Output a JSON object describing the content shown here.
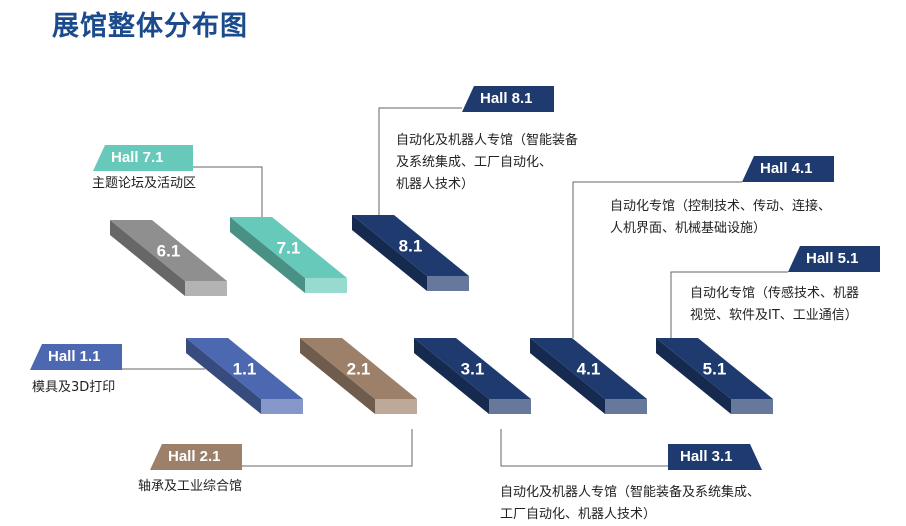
{
  "title": "展馆整体分布图",
  "colors": {
    "navy": "#1e3a6e",
    "blue": "#4c68b0",
    "brown": "#9c806a",
    "teal": "#66c9b9",
    "gray": "#8f8f8f"
  },
  "halls": [
    {
      "id": "1.1",
      "color": "blue"
    },
    {
      "id": "2.1",
      "color": "brown"
    },
    {
      "id": "3.1",
      "color": "navy"
    },
    {
      "id": "4.1",
      "color": "navy"
    },
    {
      "id": "5.1",
      "color": "navy"
    },
    {
      "id": "6.1",
      "color": "gray"
    },
    {
      "id": "7.1",
      "color": "teal"
    },
    {
      "id": "8.1",
      "color": "navy"
    }
  ],
  "tags": {
    "hall_1_1": {
      "label": "Hall 1.1",
      "desc": [
        "模具及3D打印"
      ]
    },
    "hall_2_1": {
      "label": "Hall 2.1",
      "desc": [
        "轴承及工业综合馆"
      ]
    },
    "hall_3_1": {
      "label": "Hall 3.1",
      "desc": [
        "自动化及机器人专馆（智能装备及系统集成、",
        "工厂自动化、机器人技术）"
      ]
    },
    "hall_4_1": {
      "label": "Hall 4.1",
      "desc": [
        "自动化专馆（控制技术、传动、连接、",
        "人机界面、机械基础设施）"
      ]
    },
    "hall_5_1": {
      "label": "Hall 5.1",
      "desc": [
        "自动化专馆（传感技术、机器",
        "视觉、软件及IT、工业通信）"
      ]
    },
    "hall_7_1": {
      "label": "Hall 7.1",
      "desc": [
        "主题论坛及活动区"
      ]
    },
    "hall_8_1": {
      "label": "Hall 8.1",
      "desc": [
        "自动化及机器人专馆（智能装备",
        "及系统集成、工厂自动化、",
        "机器人技术）"
      ]
    }
  }
}
